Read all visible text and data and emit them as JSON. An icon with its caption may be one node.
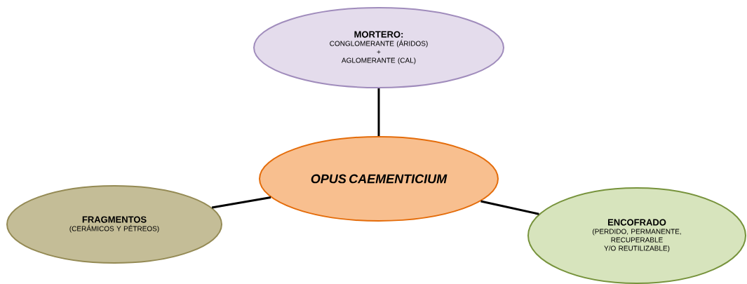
{
  "diagram": {
    "nodes": [
      {
        "text": [
          "OPUS CAEMENTICIUM"
        ]
      },
      {
        "text": [
          "MORTERO:",
          "CONGLOMERANTE (ÁRIDOS)",
          "+",
          "AGLOMERANTE (CAL)"
        ]
      },
      {
        "text": [
          "FRAGMENTOS",
          "(CERÁMICOS Y PÉTREOS)"
        ]
      },
      {
        "text": [
          "ENCOFRADO",
          "(PERDIDO, PERMANENTE, RECUPERABLE Y/O REUTILIZABLE)"
        ]
      }
    ],
    "edges": [
      {
        "from": 0,
        "to": 1,
        "arrow": "none"
      },
      {
        "from": 0,
        "to": 2,
        "arrow": "none"
      },
      {
        "from": 0,
        "to": 3,
        "arrow": "none"
      }
    ]
  }
}
